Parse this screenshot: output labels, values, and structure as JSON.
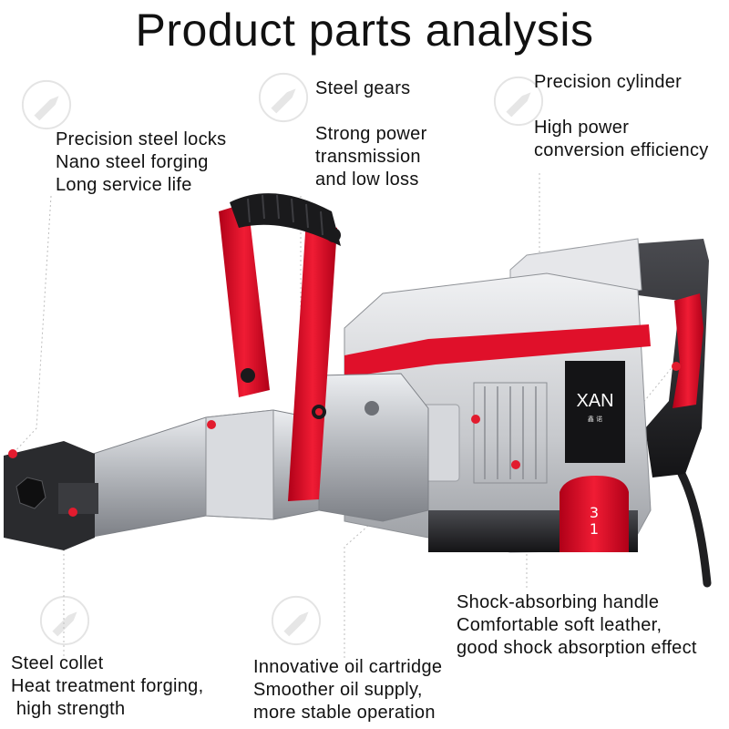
{
  "title": "Product parts analysis",
  "brand": {
    "logo_text": "XAN",
    "logo_sub": "鑫 诺",
    "side_badge": "3\n1"
  },
  "colors": {
    "accent": "#e0102a",
    "dark": "#1c1c1e",
    "body": "#c9cbcf",
    "metal": "#a8abb0",
    "dot": "#e21b2e"
  },
  "callouts": [
    {
      "id": "steel-locks",
      "lines": [
        "Precision steel locks",
        "Nano steel forging",
        "Long service life"
      ]
    },
    {
      "id": "steel-gears",
      "lines": [
        "Steel gears",
        "",
        "Strong power",
        "transmission",
        "and low loss"
      ]
    },
    {
      "id": "cylinder",
      "lines": [
        "Precision cylinder",
        "",
        "High power",
        "conversion efficiency"
      ]
    },
    {
      "id": "shock-handle",
      "lines": [
        "Shock-absorbing handle",
        "Comfortable soft leather,",
        "good shock absorption effect"
      ]
    },
    {
      "id": "steel-collet",
      "lines": [
        "Steel collet",
        "Heat treatment forging,",
        " high strength"
      ]
    },
    {
      "id": "oil-cartridge",
      "lines": [
        "Innovative oil cartridge",
        "Smoother oil supply,",
        "more stable operation"
      ]
    }
  ],
  "watermark_icons": [
    "demolition-hammer-icon",
    "demolition-hammer-icon",
    "demolition-hammer-icon",
    "demolition-hammer-icon",
    "demolition-hammer-icon"
  ]
}
